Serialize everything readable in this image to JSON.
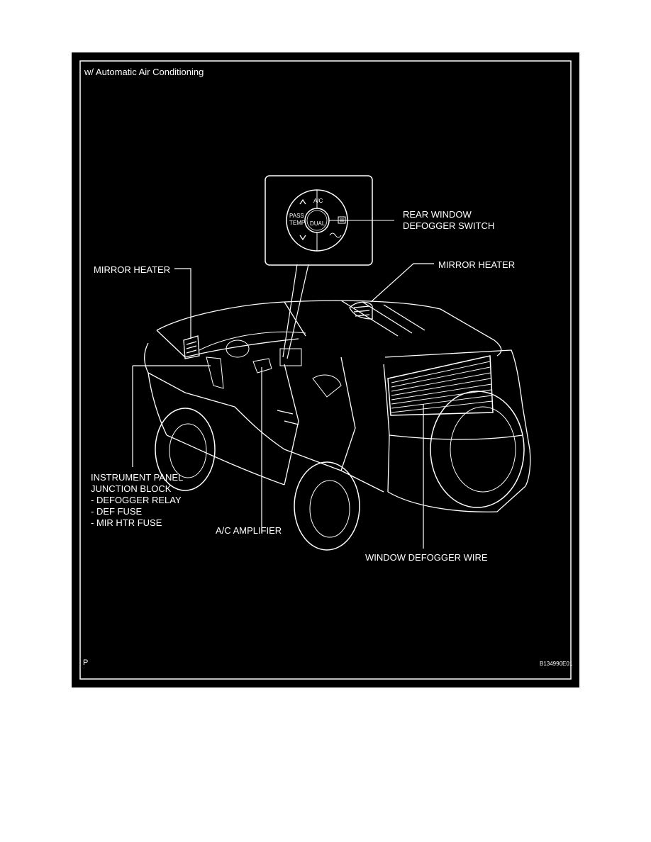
{
  "header": {
    "condition": "w/ Automatic Air Conditioning"
  },
  "labels": {
    "rear_window_defogger_switch": [
      "REAR WINDOW",
      "DEFOGGER SWITCH"
    ],
    "mirror_heater_left": "MIRROR HEATER",
    "mirror_heater_right": "MIRROR HEATER",
    "instrument_panel_junction_block": [
      "INSTRUMENT PANEL",
      "JUNCTION BLOCK",
      "- DEFOGGER RELAY",
      "- DEF FUSE",
      "- MIR HTR FUSE"
    ],
    "ac_amplifier": "A/C AMPLIFIER",
    "window_defogger_wire": "WINDOW DEFOGGER WIRE"
  },
  "control_panel": {
    "ac": "A/C",
    "pass": "PASS",
    "temp": "TEMP",
    "dual": "DUAL"
  },
  "footer": {
    "corner_mark": "P",
    "figure_code": "B134990E01"
  },
  "colors": {
    "background": "#000000",
    "foreground": "#ffffff",
    "page": "#ffffff"
  }
}
